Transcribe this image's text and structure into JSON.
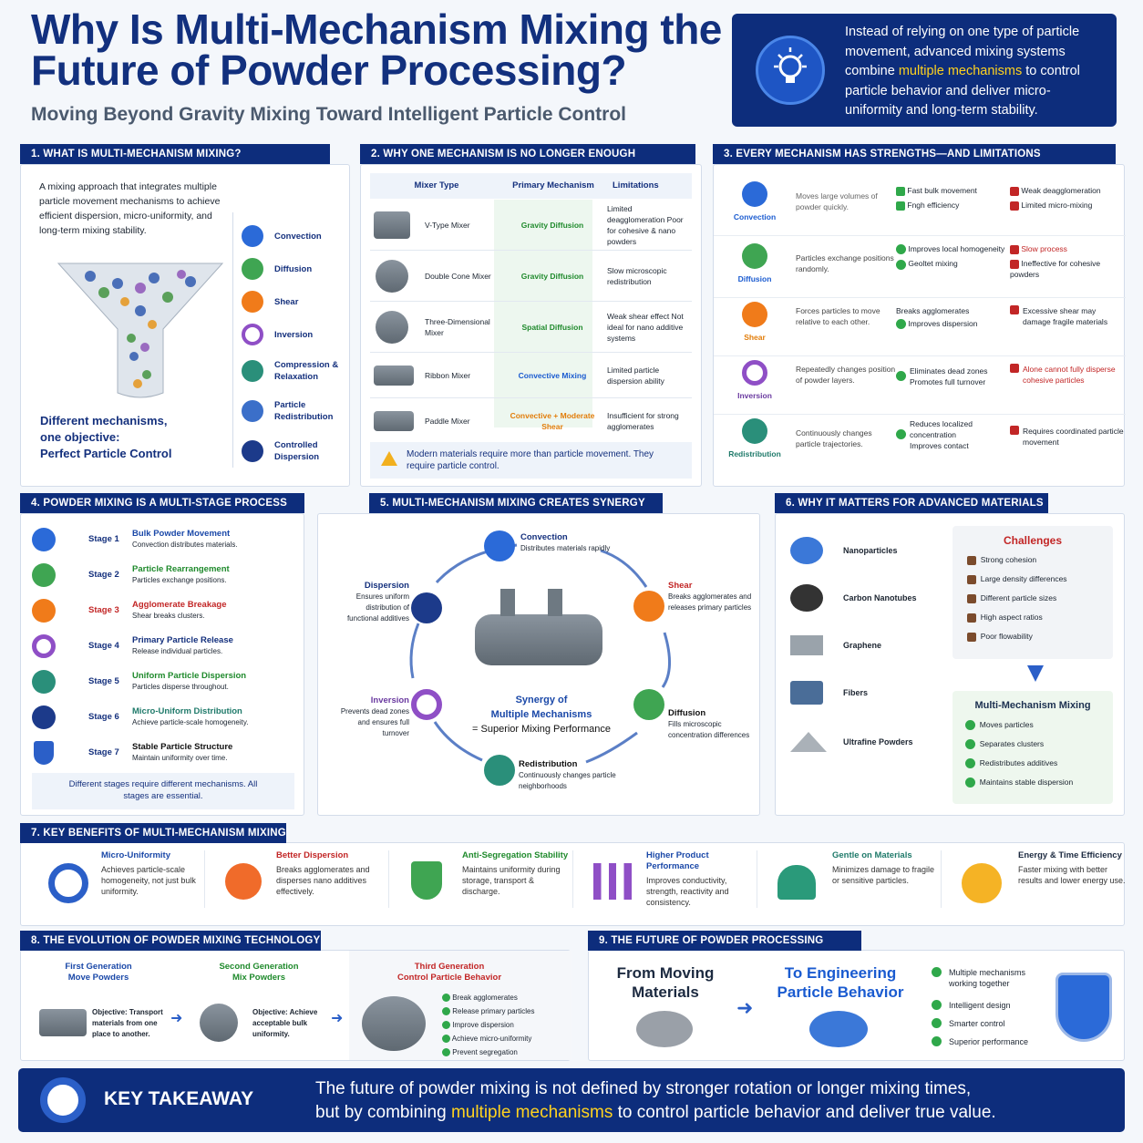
{
  "header": {
    "title": "Why Is Multi-Mechanism Mixing the Future of Powder Processing?",
    "subtitle": "Moving Beyond Gravity Mixing Toward Intelligent Particle Control"
  },
  "intro": {
    "part1": "Instead of relying on one type of particle movement, advanced mixing systems combine",
    "highlight": "multiple mechanisms",
    "part2": "to control particle behavior and deliver micro-uniformity and long-term stability."
  },
  "s1": {
    "heading": "1.  WHAT IS MULTI-MECHANISM MIXING?",
    "definition": "A mixing approach that integrates multiple particle movement mechanisms to achieve efficient dispersion, micro-uniformity, and long-term mixing stability.",
    "mechanisms": [
      "Convection",
      "Diffusion",
      "Shear",
      "Inversion",
      "Compression & Relaxation",
      "Particle Redistribution",
      "Controlled Dispersion"
    ],
    "tagline1": "Different mechanisms,",
    "tagline2": "one objective:",
    "tagline3": "Perfect Particle Control"
  },
  "s2": {
    "heading": "2.  WHY ONE MECHANISM IS NO LONGER ENOUGH",
    "cols": [
      "Mixer Type",
      "Primary Mechanism",
      "Limitations"
    ],
    "rows": [
      {
        "type": "V-Type Mixer",
        "mech": "Gravity Diffusion",
        "lim": "Limited deagglomeration Poor for cohesive & nano powders"
      },
      {
        "type": "Double Cone Mixer",
        "mech": "Gravity Diffusion",
        "lim": "Slow microscopic redistribution"
      },
      {
        "type": "Three-Dimensional Mixer",
        "mech": "Spatial Diffusion",
        "lim": "Weak shear effect Not ideal for nano additive systems"
      },
      {
        "type": "Ribbon Mixer",
        "mech": "Convective Mixing",
        "lim": "Limited particle dispersion ability"
      },
      {
        "type": "Paddle Mixer",
        "mech": "Convective + Moderate Shear",
        "lim": "Insufficient for strong agglomerates"
      }
    ],
    "note": "Modern materials require more than particle movement. They require particle control."
  },
  "s3": {
    "heading": "3.  EVERY MECHANISM HAS STRENGTHS—AND LIMITATIONS",
    "rows": [
      {
        "name": "Convection",
        "desc": "Moves large volumes of powder quickly.",
        "pros": [
          "Fast bulk movement",
          "Fngh efficiency"
        ],
        "cons": [
          "Weak deagglomeration",
          "Limited micro-mixing"
        ]
      },
      {
        "name": "Diffusion",
        "desc": "Particles exchange positions randomly.",
        "pros": [
          "Improves local homogeneity",
          "Geoltet mixing"
        ],
        "cons": [
          "Slow process",
          "Ineffective for cohesive powders"
        ]
      },
      {
        "name": "Shear",
        "desc": "Forces particles to move relative to each other.",
        "pros": [
          "Breaks agglomerates",
          "Improves dispersion"
        ],
        "cons": [
          "Excessive shear may damage fragile materials"
        ]
      },
      {
        "name": "Inversion",
        "desc": "Repeatedly changes position of powder layers.",
        "pros": [
          "Eliminates dead zones",
          "Promotes full turnover"
        ],
        "cons": [
          "Alone cannot fully disperse cohesive particles"
        ]
      },
      {
        "name": "Redistribution",
        "desc": "Continuously changes particle trajectories.",
        "pros": [
          "Reduces localized concentration",
          "Improves contact"
        ],
        "cons": [
          "Requires coordinated particle movement"
        ]
      }
    ]
  },
  "s4": {
    "heading": "4.  POWDER MIXING IS A MULTI-STAGE PROCESS",
    "stages": [
      {
        "stage": "Stage 1",
        "title": "Bulk Powder Movement",
        "desc": "Convection distributes materials."
      },
      {
        "stage": "Stage 2",
        "title": "Particle Rearrangement",
        "desc": "Particles exchange positions."
      },
      {
        "stage": "Stage 3",
        "title": "Agglomerate Breakage",
        "desc": "Shear breaks clusters."
      },
      {
        "stage": "Stage 4",
        "title": "Primary Particle Release",
        "desc": "Release individual particles."
      },
      {
        "stage": "Stage 5",
        "title": "Uniform Particle Dispersion",
        "desc": "Particles disperse throughout."
      },
      {
        "stage": "Stage 6",
        "title": "Micro-Uniform Distribution",
        "desc": "Achieve particle-scale homogeneity."
      },
      {
        "stage": "Stage 7",
        "title": "Stable Particle Structure",
        "desc": "Maintain uniformity over time."
      }
    ],
    "note": "Different stages require different mechanisms. All stages are essential."
  },
  "s5": {
    "heading": "5.  MULTI-MECHANISM MIXING CREATES SYNERGY",
    "convection": {
      "t": "Convection",
      "d": "Distributes materials rapidly"
    },
    "shear": {
      "t": "Shear",
      "d": "Breaks agglomerates and releases primary particles"
    },
    "diffusion": {
      "t": "Diffusion",
      "d": "Fills microscopic concentration differences"
    },
    "redistribution": {
      "t": "Redistribution",
      "d": "Continuously changes particle neighborhoods"
    },
    "inversion": {
      "t": "Inversion",
      "d": "Prevents dead zones and ensures full turnover"
    },
    "dispersion": {
      "t": "Dispersion",
      "d": "Ensures uniform distribution of functional additives"
    },
    "center1": "Synergy of",
    "center2": "Multiple Mechanisms",
    "center3": "= Superior Mixing Performance"
  },
  "s6": {
    "heading": "6.  WHY IT MATTERS FOR ADVANCED MATERIALS",
    "materials": [
      "Nanoparticles",
      "Carbon Nanotubes",
      "Graphene",
      "Fibers",
      "Ultrafine Powders"
    ],
    "challenges_title": "Challenges",
    "challenges": [
      "Strong cohesion",
      "Large density differences",
      "Different particle sizes",
      "High aspect ratios",
      "Poor flowability"
    ],
    "solution_title": "Multi-Mechanism Mixing",
    "solutions": [
      "Moves particles",
      "Separates clusters",
      "Redistributes additives",
      "Maintains stable dispersion"
    ]
  },
  "s7": {
    "heading": "7.  KEY BENEFITS OF MULTI-MECHANISM MIXING",
    "benefits": [
      {
        "t": "Micro-Uniformity",
        "d": "Achieves particle-scale homogeneity, not just bulk uniformity."
      },
      {
        "t": "Better Dispersion",
        "d": "Breaks agglomerates and disperses nano additives effectively."
      },
      {
        "t": "Anti-Segregation Stability",
        "d": "Maintains uniformity during storage, transport & discharge."
      },
      {
        "t": "Higher Product Performance",
        "d": "Improves conductivity, strength, reactivity and consistency."
      },
      {
        "t": "Gentle on Materials",
        "d": "Minimizes damage to fragile or sensitive particles."
      },
      {
        "t": "Energy & Time Efficiency",
        "d": "Faster mixing with better results and lower energy use."
      }
    ]
  },
  "s8": {
    "heading": "8.  THE EVOLUTION OF POWDER MIXING TECHNOLOGY",
    "g1": {
      "t": "First Generation",
      "s": "Move Powders",
      "o": "Objective: Transport materials from one place to another."
    },
    "g2": {
      "t": "Second Generation",
      "s": "Mix Powders",
      "o": "Objective: Achieve acceptable bulk uniformity."
    },
    "g3": {
      "t": "Third Generation",
      "s": "Control Particle Behavior",
      "items": [
        "Break agglomerates",
        "Release primary particles",
        "Improve dispersion",
        "Achieve micro-uniformity",
        "Prevent segregation"
      ]
    }
  },
  "s9": {
    "heading": "9.  THE FUTURE OF POWDER PROCESSING",
    "from": "From Moving Materials",
    "to": "To Engineering Particle Behavior",
    "items": [
      "Multiple mechanisms working together",
      "Intelligent design",
      "Smarter control",
      "Superior performance"
    ]
  },
  "takeaway": {
    "label": "KEY TAKEAWAY",
    "line1": "The future of powder mixing is not defined by stronger rotation or longer mixing times,",
    "line2a": "but by combining",
    "highlight": "multiple mechanisms",
    "line2b": "to control particle behavior and deliver true value."
  },
  "colors": {
    "navy": "#0d2d7c",
    "accent": "#ffd21f",
    "green": "#2fa84a",
    "red": "#c22626",
    "orange": "#e27d0a"
  }
}
